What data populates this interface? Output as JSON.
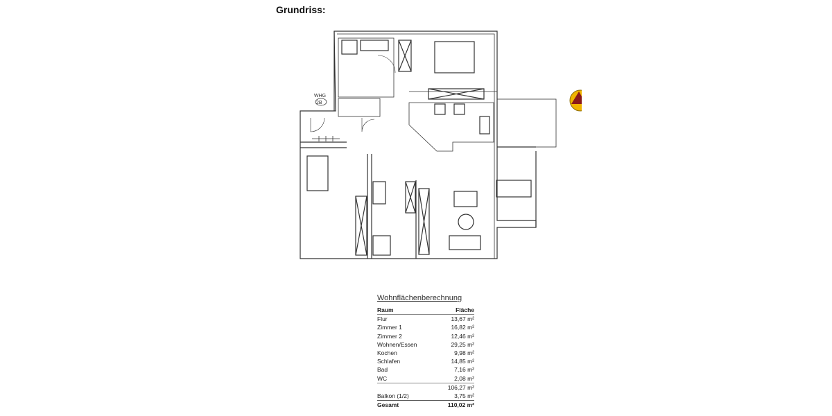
{
  "heading": "Grundriss:",
  "plan": {
    "unit_label": "WHG",
    "unit_number": "2B"
  },
  "table": {
    "title": "Wohnflächenberechnung",
    "col_room": "Raum",
    "col_area": "Fläche",
    "rows": [
      {
        "room": "Flur",
        "area": "13,67 m²"
      },
      {
        "room": "Zimmer 1",
        "area": "16,82 m²"
      },
      {
        "room": "Zimmer 2",
        "area": "12,46 m²"
      },
      {
        "room": "Wohnen/Essen",
        "area": "29,25 m²"
      },
      {
        "room": "Kochen",
        "area": "9,98 m²"
      },
      {
        "room": "Schlafen",
        "area": "14,85 m²"
      },
      {
        "room": "Bad",
        "area": "7,16 m²"
      },
      {
        "room": "WC",
        "area": "2,08 m²"
      }
    ],
    "subtotal": "106,27 m²",
    "balcony_label": "Balkon (1/2)",
    "balcony_area": "3,75 m²",
    "total_label": "Gesamt",
    "total_area": "110,02 m²"
  },
  "colors": {
    "compass_red": "#8b1a1a",
    "compass_yellow": "#f0b400"
  }
}
